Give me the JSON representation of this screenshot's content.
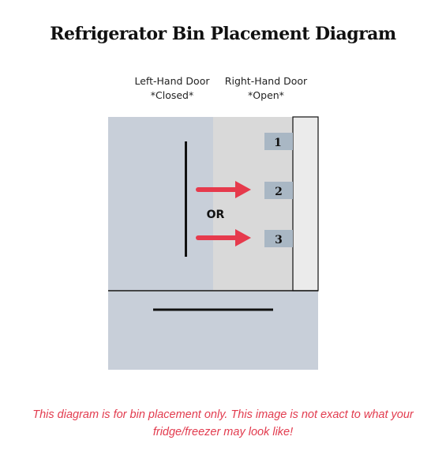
{
  "title": "Refrigerator Bin Placement Diagram",
  "left_door": {
    "name": "Left-Hand Door",
    "state": "*Closed*"
  },
  "right_door": {
    "name": "Right-Hand Door",
    "state": "*Open*"
  },
  "bins": [
    "1",
    "2",
    "3"
  ],
  "or_label": "OR",
  "disclaimer": "This diagram is for bin placement only. This image is not exact to what your fridge/freezer may look like!",
  "colors": {
    "fridge_body": "#c8cfd9",
    "open_door_area": "#d9d9d9",
    "door_panel": "#ebebeb",
    "bin": "#a9b7c4",
    "arrow": "#e63a4c",
    "disclaimer_text": "#e23b4e"
  }
}
